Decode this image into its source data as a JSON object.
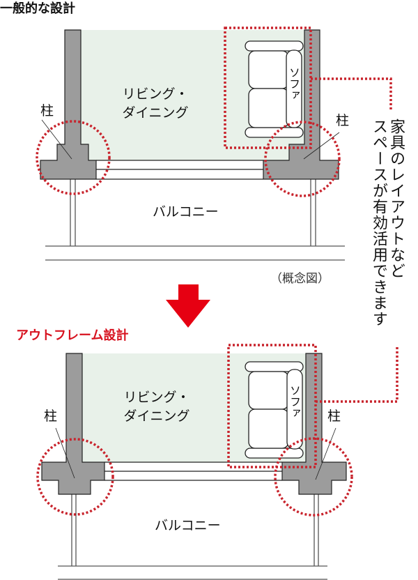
{
  "top": {
    "title": "一般的な設計",
    "room_line1": "リビング・",
    "room_line2": "ダイニング",
    "balcony": "バルコニー",
    "sofa": "ソファ",
    "pillar_left": "柱",
    "pillar_right": "柱",
    "note": "（概念図）"
  },
  "bottom": {
    "title": "アウトフレーム設計",
    "room_line1": "リビング・",
    "room_line2": "ダイニング",
    "balcony": "バルコニー",
    "sofa": "ソファ",
    "pillar_left": "柱",
    "pillar_right": "柱"
  },
  "callout": {
    "line1": "家具のレイアウトなど",
    "line2": "スペースが有効活用できます"
  },
  "colors": {
    "accent_red": "#d7121f",
    "dotted_red": "#c8232c",
    "wall_gray": "#9c9c9c",
    "room_green": "#e8f1e9"
  }
}
